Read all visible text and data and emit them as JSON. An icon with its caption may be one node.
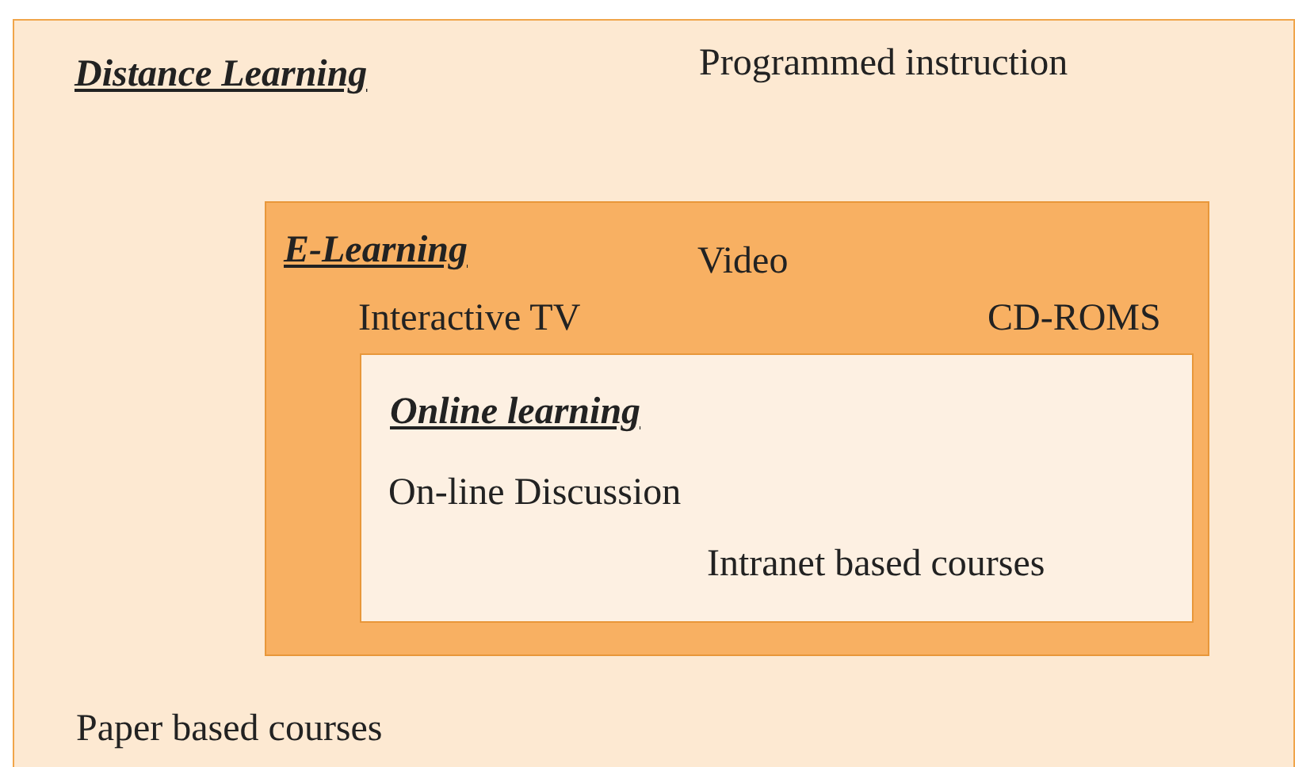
{
  "diagram": {
    "nodes": [
      {
        "text": [
          "Distance Learning",
          "Programmed instruction",
          "Paper based courses"
        ]
      },
      {
        "text": [
          "E-Learning",
          "Video",
          "Interactive TV",
          "CD-ROMS"
        ],
        "in": 0
      },
      {
        "text": [
          "Online learning",
          "On-line Discussion",
          "Intranet based courses"
        ],
        "in": 1
      }
    ]
  }
}
